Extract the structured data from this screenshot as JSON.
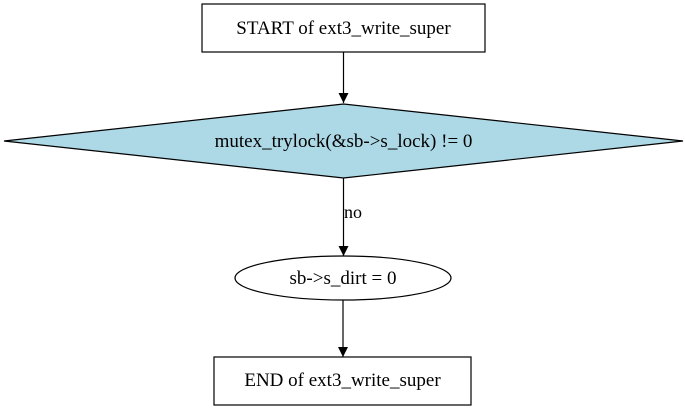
{
  "diagram": {
    "type": "flowchart",
    "decision_fill": "#add8e6",
    "nodes": {
      "start": {
        "label": "START of ext3_write_super",
        "shape": "rectangle"
      },
      "decision": {
        "label": "mutex_trylock(&sb->s_lock) != 0",
        "shape": "diamond"
      },
      "action": {
        "label": "sb->s_dirt = 0",
        "shape": "ellipse"
      },
      "end": {
        "label": "END of ext3_write_super",
        "shape": "rectangle"
      }
    },
    "edges": [
      {
        "from": "start",
        "to": "decision",
        "label": ""
      },
      {
        "from": "decision",
        "to": "action",
        "label": "no"
      },
      {
        "from": "action",
        "to": "end",
        "label": ""
      }
    ]
  }
}
